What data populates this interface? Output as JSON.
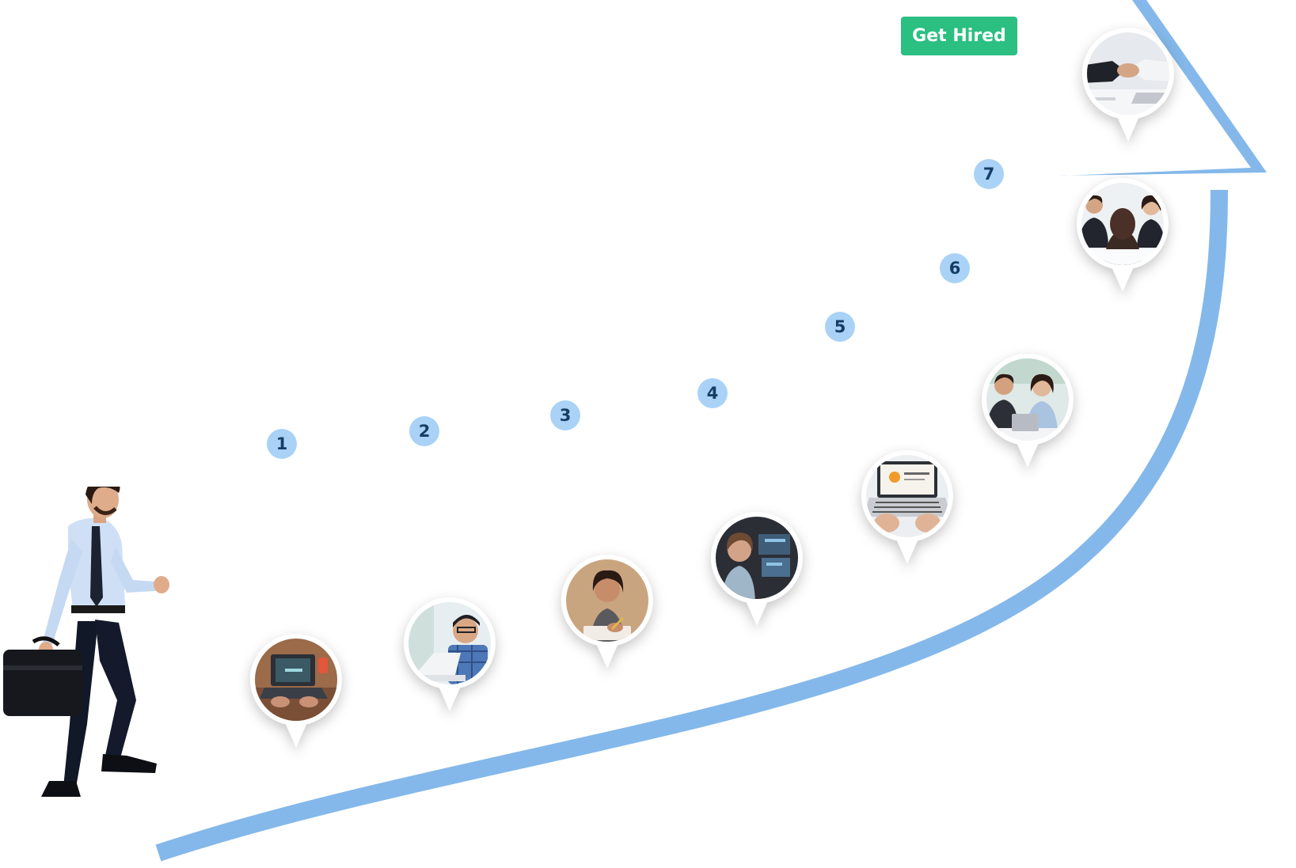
{
  "cta": {
    "label": "Get Hired"
  },
  "colors": {
    "arrow": "#84b8ea",
    "badge_bg": "#a9d2f6",
    "badge_text": "#143e66",
    "cta_bg": "#2bbf81",
    "cta_text": "#ffffff"
  },
  "steps": [
    {
      "number": "1",
      "scene": "laptop-login-icon"
    },
    {
      "number": "2",
      "scene": "student-laptop-icon"
    },
    {
      "number": "3",
      "scene": "woman-writing-icon"
    },
    {
      "number": "4",
      "scene": "analyst-screens-icon"
    },
    {
      "number": "5",
      "scene": "certification-laptop-icon"
    },
    {
      "number": "6",
      "scene": "team-meeting-icon"
    },
    {
      "number": "7",
      "scene": "interview-icon"
    }
  ],
  "final_step": {
    "scene": "handshake-icon"
  }
}
